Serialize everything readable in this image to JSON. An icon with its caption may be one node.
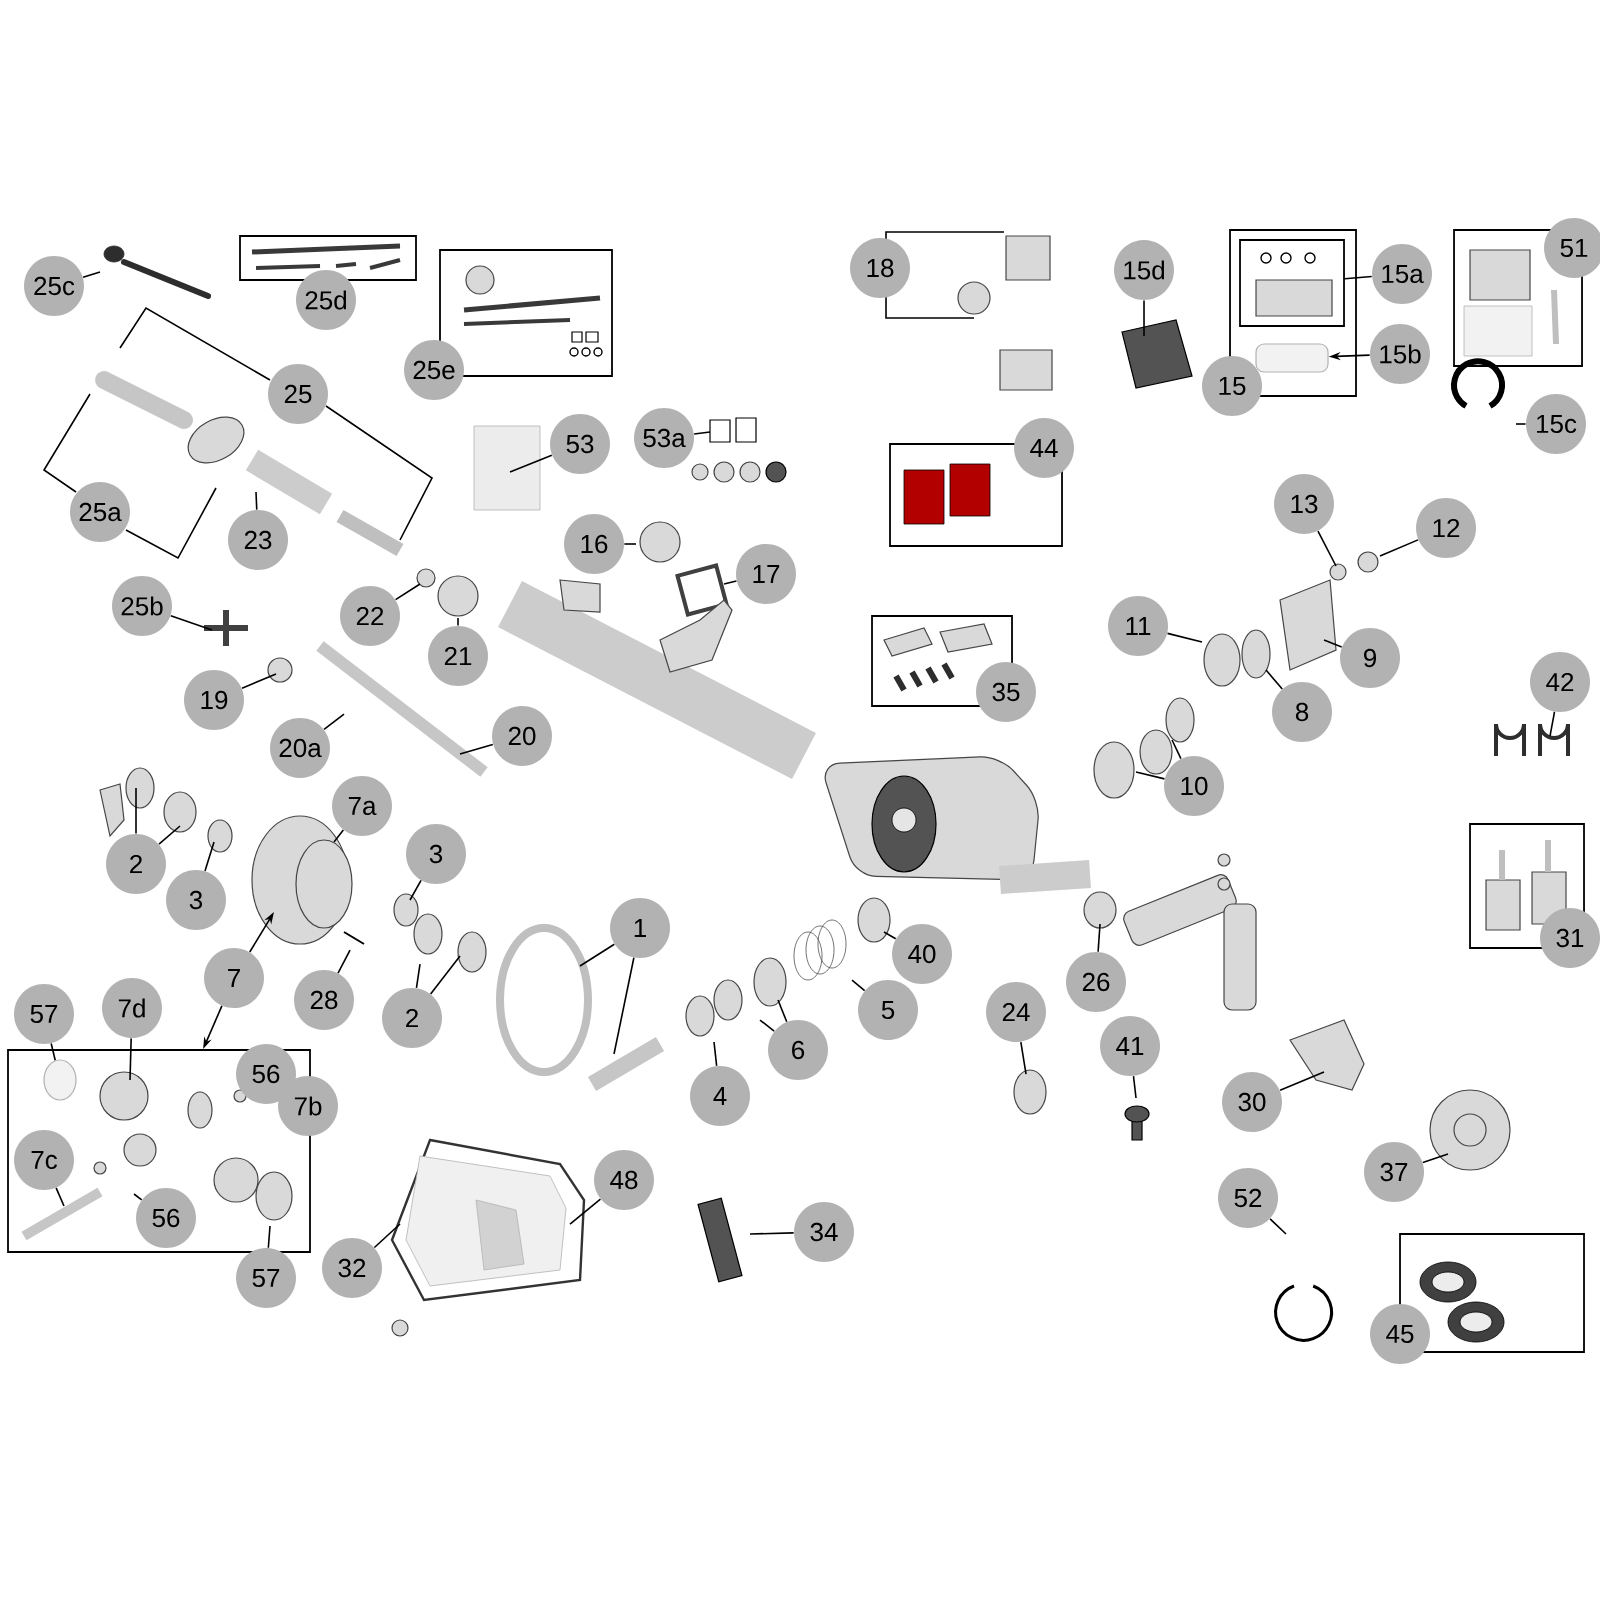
{
  "diagram": {
    "nodes": [
      {
        "text": [],
        "shape": "box"
      },
      {
        "text": [],
        "shape": "box"
      },
      {
        "text": [],
        "shape": "box"
      },
      {
        "text": [],
        "shape": "box",
        "in": 2
      },
      {
        "text": [],
        "shape": "box"
      },
      {
        "text": [],
        "shape": "box"
      },
      {
        "text": [],
        "shape": "box"
      },
      {
        "text": [],
        "shape": "box"
      },
      {
        "text": [],
        "shape": "box"
      },
      {
        "text": [],
        "shape": "box"
      },
      {
        "text": [
          "25c"
        ]
      },
      {
        "text": [
          "25d"
        ]
      },
      {
        "text": [
          "25e"
        ]
      },
      {
        "text": [
          "18"
        ]
      },
      {
        "text": [
          "15d"
        ]
      },
      {
        "text": [
          "15a"
        ]
      },
      {
        "text": [
          "51"
        ]
      },
      {
        "text": [
          "15b"
        ]
      },
      {
        "text": [
          "15"
        ]
      },
      {
        "text": [
          "25"
        ]
      },
      {
        "text": [
          "15c"
        ]
      },
      {
        "text": [
          "53"
        ]
      },
      {
        "text": [
          "53a"
        ]
      },
      {
        "text": [
          "44"
        ]
      },
      {
        "text": [
          "13"
        ]
      },
      {
        "text": [
          "25a"
        ]
      },
      {
        "text": [
          "12"
        ]
      },
      {
        "text": [
          "23"
        ]
      },
      {
        "text": [
          "16"
        ]
      },
      {
        "text": [
          "17"
        ]
      },
      {
        "text": [
          "25b"
        ]
      },
      {
        "text": [
          "22"
        ]
      },
      {
        "text": [
          "11"
        ]
      },
      {
        "text": [
          "21"
        ]
      },
      {
        "text": [
          "9"
        ]
      },
      {
        "text": [
          "42"
        ]
      },
      {
        "text": [
          "35"
        ]
      },
      {
        "text": [
          "19"
        ]
      },
      {
        "text": [
          "8"
        ]
      },
      {
        "text": [
          "20"
        ]
      },
      {
        "text": [
          "20a"
        ]
      },
      {
        "text": [
          "10"
        ]
      },
      {
        "text": [
          "7a"
        ]
      },
      {
        "text": [
          "3"
        ]
      },
      {
        "text": [
          "2"
        ]
      },
      {
        "text": [
          "3"
        ]
      },
      {
        "text": [
          "1"
        ]
      },
      {
        "text": [
          "31"
        ]
      },
      {
        "text": [
          "40"
        ]
      },
      {
        "text": [
          "7"
        ]
      },
      {
        "text": [
          "26"
        ]
      },
      {
        "text": [
          "28"
        ]
      },
      {
        "text": [
          "5"
        ]
      },
      {
        "text": [
          "57"
        ]
      },
      {
        "text": [
          "7d"
        ]
      },
      {
        "text": [
          "24"
        ]
      },
      {
        "text": [
          "2"
        ]
      },
      {
        "text": [
          "41"
        ]
      },
      {
        "text": [
          "6"
        ]
      },
      {
        "text": [
          "56"
        ],
        "in": 8
      },
      {
        "text": [
          "4"
        ]
      },
      {
        "text": [
          "30"
        ]
      },
      {
        "text": [
          "7b"
        ]
      },
      {
        "text": [
          "7c"
        ],
        "in": 8
      },
      {
        "text": [
          "37"
        ]
      },
      {
        "text": [
          "48"
        ]
      },
      {
        "text": [
          "52"
        ]
      },
      {
        "text": [
          "56"
        ],
        "in": 8
      },
      {
        "text": [
          "34"
        ]
      },
      {
        "text": [
          "32"
        ]
      },
      {
        "text": [
          "57"
        ]
      },
      {
        "text": [
          "45"
        ]
      },
      {
        "text": [],
        "shape": "box",
        "in": 2
      },
      {
        "text": [],
        "shape": "ellipse",
        "in": 8
      }
    ],
    "edges": [
      {
        "from": 10,
        "to": null,
        "arrow": "none"
      },
      {
        "from": 21,
        "to": null,
        "arrow": "none"
      },
      {
        "from": 22,
        "to": null,
        "arrow": "none"
      },
      {
        "from": 28,
        "to": null,
        "arrow": "none"
      },
      {
        "from": 29,
        "to": null,
        "arrow": "none"
      },
      {
        "from": 27,
        "to": null,
        "arrow": "none"
      },
      {
        "from": 31,
        "to": null,
        "arrow": "none"
      },
      {
        "from": 33,
        "to": null,
        "arrow": "none"
      },
      {
        "from": 30,
        "to": null,
        "arrow": "none"
      },
      {
        "from": 37,
        "to": null,
        "arrow": "none"
      },
      {
        "from": 40,
        "to": null,
        "arrow": "none"
      },
      {
        "from": 39,
        "to": null,
        "arrow": "none"
      },
      {
        "from": 14,
        "to": null,
        "arrow": "none"
      },
      {
        "from": 15,
        "to": 3,
        "arrow": "none"
      },
      {
        "from": 17,
        "to": 72,
        "arrow": "to"
      },
      {
        "from": 20,
        "to": null,
        "arrow": "none"
      },
      {
        "from": 24,
        "to": null,
        "arrow": "none"
      },
      {
        "from": 26,
        "to": null,
        "arrow": "none"
      },
      {
        "from": 32,
        "to": null,
        "arrow": "none"
      },
      {
        "from": 34,
        "to": null,
        "arrow": "none"
      },
      {
        "from": 38,
        "to": null,
        "arrow": "none"
      },
      {
        "from": 41,
        "to": null,
        "arrow": "none"
      },
      {
        "from": 41,
        "to": null,
        "arrow": "none"
      },
      {
        "from": 35,
        "to": null,
        "arrow": "none"
      },
      {
        "from": 48,
        "to": null,
        "arrow": "none"
      },
      {
        "from": 52,
        "to": null,
        "arrow": "none"
      },
      {
        "from": 58,
        "to": null,
        "arrow": "none"
      },
      {
        "from": 58,
        "to": null,
        "arrow": "none"
      },
      {
        "from": 60,
        "to": null,
        "arrow": "none"
      },
      {
        "from": 55,
        "to": null,
        "arrow": "none"
      },
      {
        "from": 50,
        "to": null,
        "arrow": "none"
      },
      {
        "from": 57,
        "to": null,
        "arrow": "none"
      },
      {
        "from": 61,
        "to": null,
        "arrow": "none"
      },
      {
        "from": 64,
        "to": null,
        "arrow": "none"
      },
      {
        "from": 66,
        "to": null,
        "arrow": "none"
      },
      {
        "from": 68,
        "to": null,
        "arrow": "none"
      },
      {
        "from": 44,
        "to": null,
        "arrow": "none"
      },
      {
        "from": 44,
        "to": null,
        "arrow": "none"
      },
      {
        "from": 45,
        "to": null,
        "arrow": "none"
      },
      {
        "from": 42,
        "to": null,
        "arrow": "none"
      },
      {
        "from": 49,
        "to": null,
        "arrow": "to"
      },
      {
        "from": 49,
        "to": 8,
        "arrow": "to"
      },
      {
        "from": 43,
        "to": null,
        "arrow": "none"
      },
      {
        "from": 51,
        "to": null,
        "arrow": "none"
      },
      {
        "from": 56,
        "to": null,
        "arrow": "none"
      },
      {
        "from": 56,
        "to": null,
        "arrow": "none"
      },
      {
        "from": 46,
        "to": null,
        "arrow": "none"
      },
      {
        "from": 46,
        "to": null,
        "arrow": "none"
      },
      {
        "from": 53,
        "to": 73,
        "arrow": "none"
      },
      {
        "from": 54,
        "to": null,
        "arrow": "none"
      },
      {
        "from": 63,
        "to": null,
        "arrow": "none"
      },
      {
        "from": 67,
        "to": null,
        "arrow": "none"
      },
      {
        "from": 70,
        "to": null,
        "arrow": "none"
      },
      {
        "from": 69,
        "to": null,
        "arrow": "none"
      },
      {
        "from": 65,
        "to": null,
        "arrow": "none"
      }
    ]
  }
}
